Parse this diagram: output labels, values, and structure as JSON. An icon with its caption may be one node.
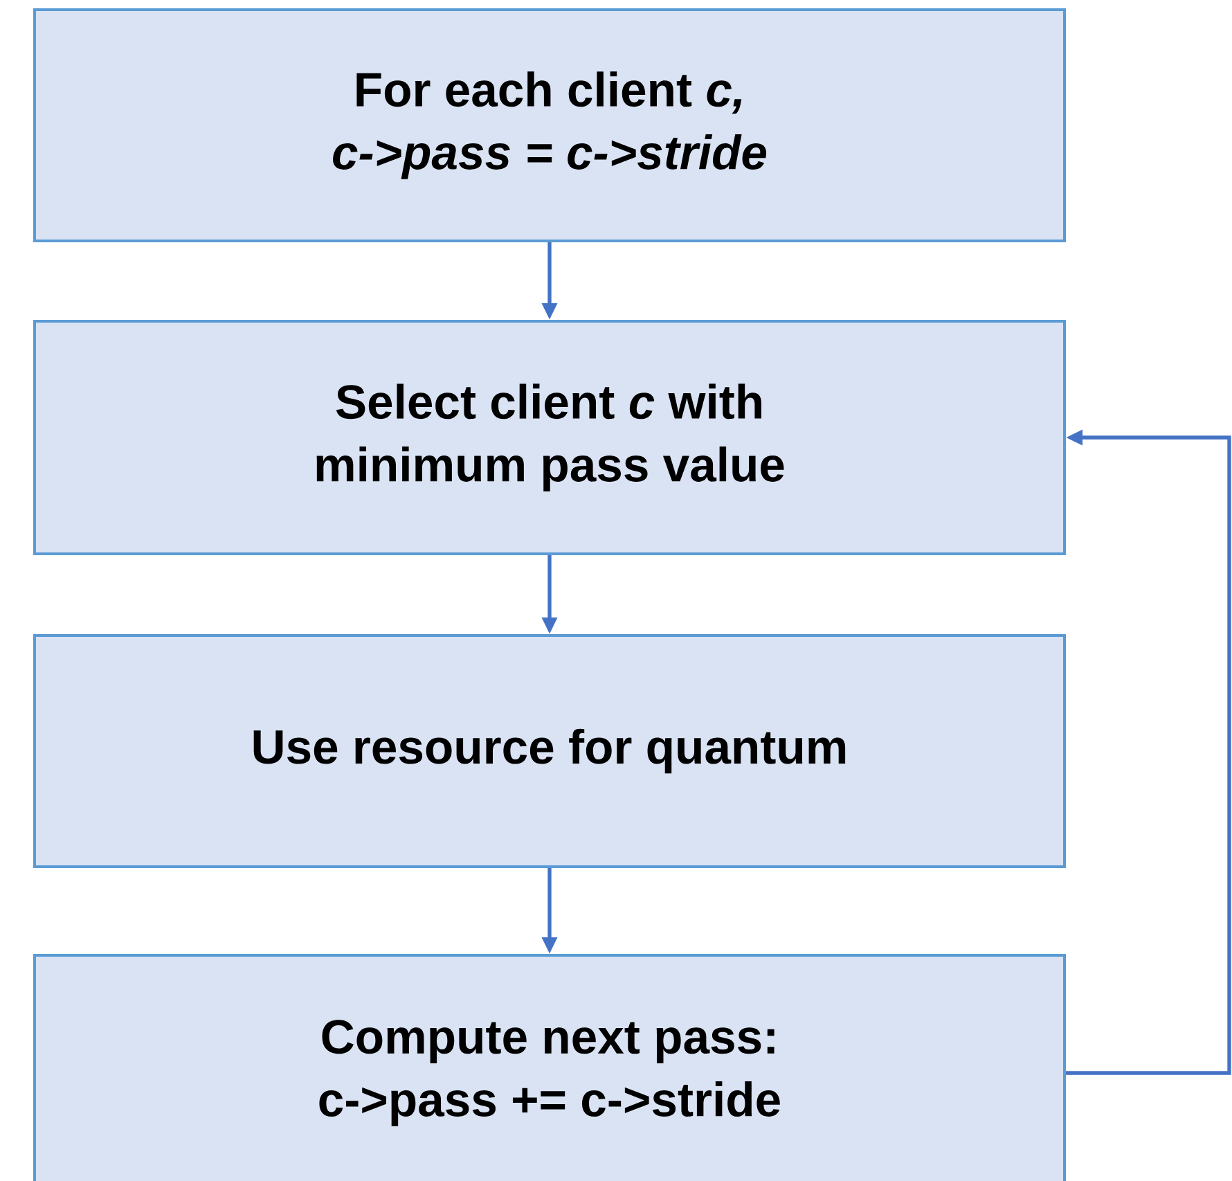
{
  "diagram": {
    "nodes": [
      {
        "text": [
          "For each client *c, c->pass = c->stride*"
        ]
      },
      {
        "text": [
          "Select client *c* with minimum pass value"
        ]
      },
      {
        "text": [
          "Use resource for quantum"
        ]
      },
      {
        "text": [
          "Compute next pass: c->pass += c->stride"
        ]
      }
    ],
    "edges": [
      {
        "from": 0,
        "to": 1,
        "arrow": "to"
      },
      {
        "from": 1,
        "to": 2,
        "arrow": "to"
      },
      {
        "from": 2,
        "to": 3,
        "arrow": "to"
      },
      {
        "from": 3,
        "to": 1,
        "arrow": "to"
      }
    ]
  }
}
